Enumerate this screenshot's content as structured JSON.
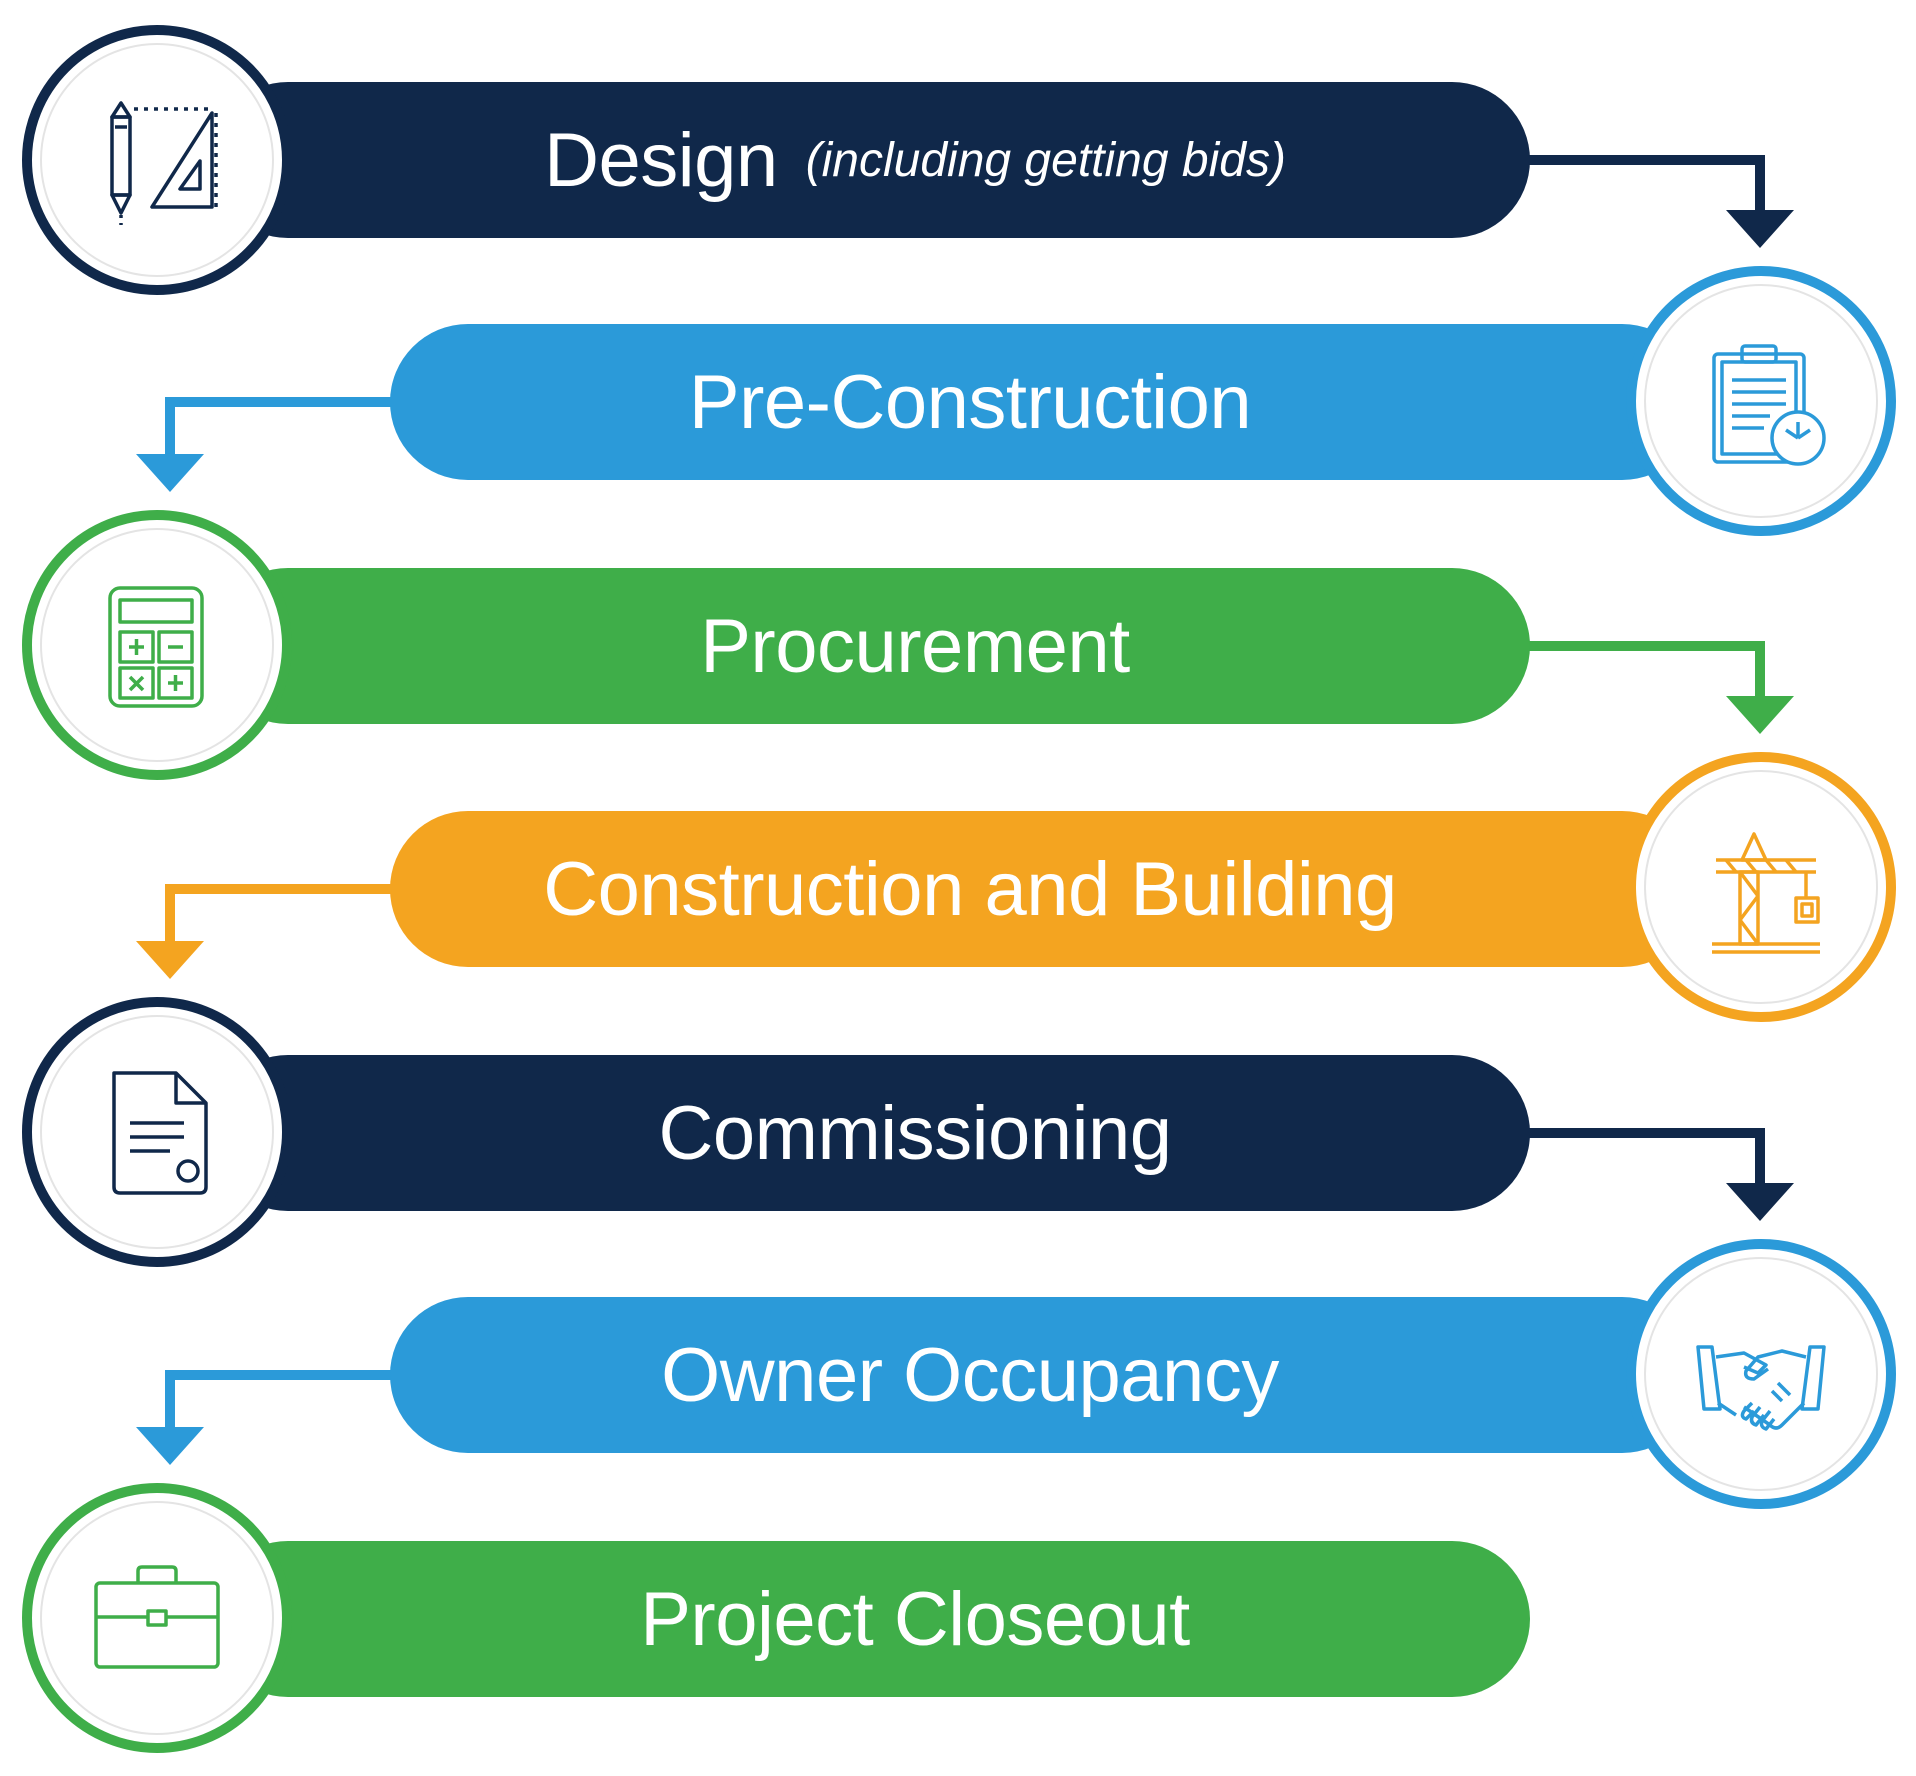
{
  "steps": [
    {
      "label": "Design",
      "sub": "(including getting bids)",
      "icon": "design-tools-icon",
      "color": "#10284a"
    },
    {
      "label": "Pre-Construction",
      "sub": "",
      "icon": "clipboard-clock-icon",
      "color": "#2b9ad9"
    },
    {
      "label": "Procurement",
      "sub": "",
      "icon": "calculator-icon",
      "color": "#3fae49"
    },
    {
      "label": "Construction and Building",
      "sub": "",
      "icon": "crane-icon",
      "color": "#f4a420"
    },
    {
      "label": "Commissioning",
      "sub": "",
      "icon": "document-certificate-icon",
      "color": "#10284a"
    },
    {
      "label": "Owner Occupancy",
      "sub": "",
      "icon": "handshake-icon",
      "color": "#2b9ad9"
    },
    {
      "label": "Project Closeout",
      "sub": "",
      "icon": "briefcase-icon",
      "color": "#3fae49"
    }
  ]
}
